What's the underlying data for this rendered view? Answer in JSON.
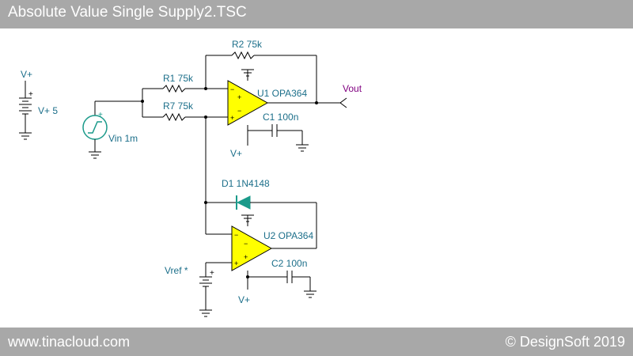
{
  "window": {
    "title": "Absolute Value Single Supply2.TSC"
  },
  "footer": {
    "url": "www.tinacloud.com",
    "copyright": "© DesignSoft 2019"
  },
  "schematic": {
    "supply": {
      "node_label": "V+",
      "label": "V+ 5"
    },
    "source": {
      "label": "Vin 1m"
    },
    "r1": "R1 75k",
    "r7": "R7 75k",
    "r2": "R2 75k",
    "u1": "U1 OPA364",
    "u2": "U2 OPA364",
    "c1": "C1 100n",
    "c2": "C2 100n",
    "d1": "D1 1N4148",
    "vref": "Vref *",
    "vout": "Vout",
    "u1_supply": "V+",
    "u2_supply": "V+",
    "colors": {
      "opamp_fill": "#ffff00",
      "diode_fill": "#1a9a8a",
      "source_stroke": "#1a9a8a",
      "label": "#1c6f8a",
      "vout": "#800080"
    }
  }
}
